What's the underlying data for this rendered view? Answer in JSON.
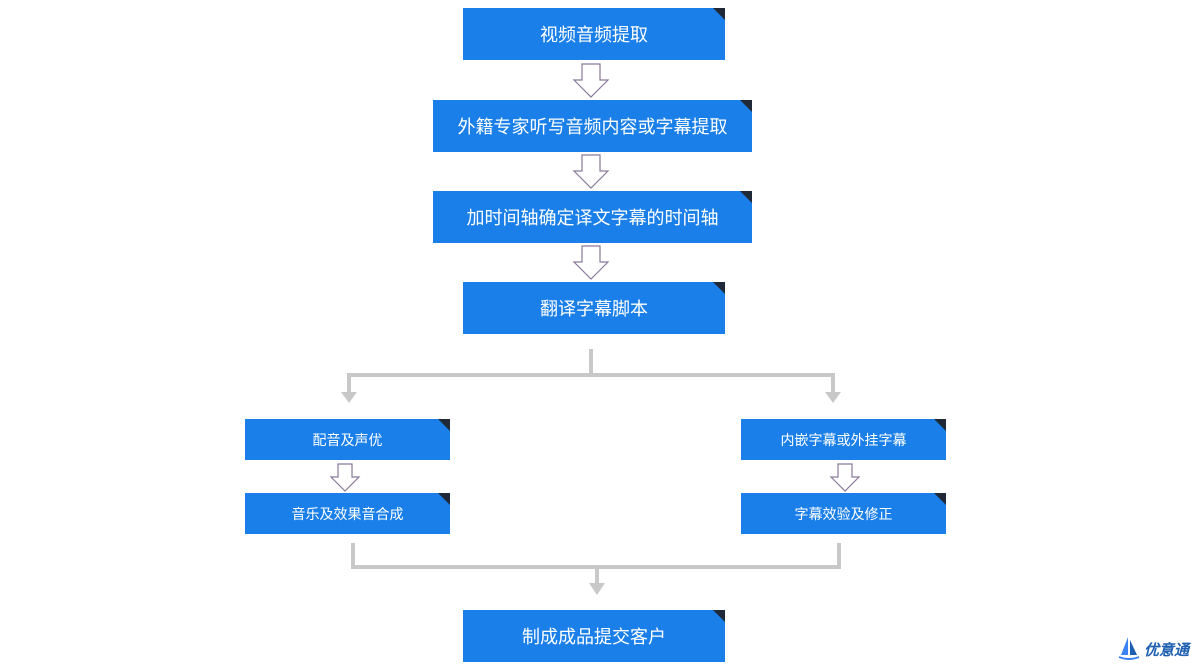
{
  "steps": {
    "extract": "视频音频提取",
    "dictation": "外籍专家听写音频内容或字幕提取",
    "timeline": "加时间轴确定译文字幕的时间轴",
    "translate": "翻译字幕脚本",
    "dubbing": "配音及声优",
    "music": "音乐及效果音合成",
    "embed": "内嵌字幕或外挂字幕",
    "verify": "字幕效验及修正",
    "deliver": "制成成品提交客户"
  },
  "logo": {
    "text": "优意通"
  },
  "colors": {
    "box": "#1a7fe8",
    "corner": "#1f2937",
    "connector": "#c8c8c8",
    "arrow_outline": "#8a7a9a"
  }
}
